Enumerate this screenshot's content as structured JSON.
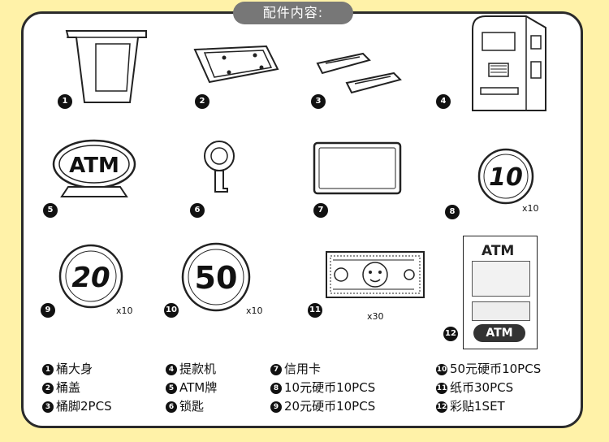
{
  "title": "配件内容:",
  "items": [
    {
      "num": "1",
      "qty": ""
    },
    {
      "num": "2",
      "qty": ""
    },
    {
      "num": "3",
      "qty": ""
    },
    {
      "num": "4",
      "qty": ""
    },
    {
      "num": "5",
      "qty": ""
    },
    {
      "num": "6",
      "qty": ""
    },
    {
      "num": "7",
      "qty": ""
    },
    {
      "num": "8",
      "qty": "x10"
    },
    {
      "num": "9",
      "qty": "x10"
    },
    {
      "num": "10",
      "qty": "x10"
    },
    {
      "num": "11",
      "qty": "x30"
    },
    {
      "num": "12",
      "qty": ""
    }
  ],
  "coins": {
    "c10": "10",
    "c20": "20",
    "c50": "50"
  },
  "sign_text": "ATM",
  "sticker": {
    "top": "ATM",
    "bottom": "ATM"
  },
  "legend": [
    {
      "num": "1",
      "text": "桶大身"
    },
    {
      "num": "2",
      "text": "桶盖"
    },
    {
      "num": "3",
      "text": "桶脚2PCS"
    },
    {
      "num": "4",
      "text": "提款机"
    },
    {
      "num": "5",
      "text": "ATM牌"
    },
    {
      "num": "6",
      "text": "锁匙"
    },
    {
      "num": "7",
      "text": "信用卡"
    },
    {
      "num": "8",
      "text": "10元硬币10PCS"
    },
    {
      "num": "9",
      "text": "20元硬币10PCS"
    },
    {
      "num": "10",
      "text": "50元硬币10PCS"
    },
    {
      "num": "11",
      "text": "纸币30PCS"
    },
    {
      "num": "12",
      "text": "彩贴1SET"
    }
  ]
}
